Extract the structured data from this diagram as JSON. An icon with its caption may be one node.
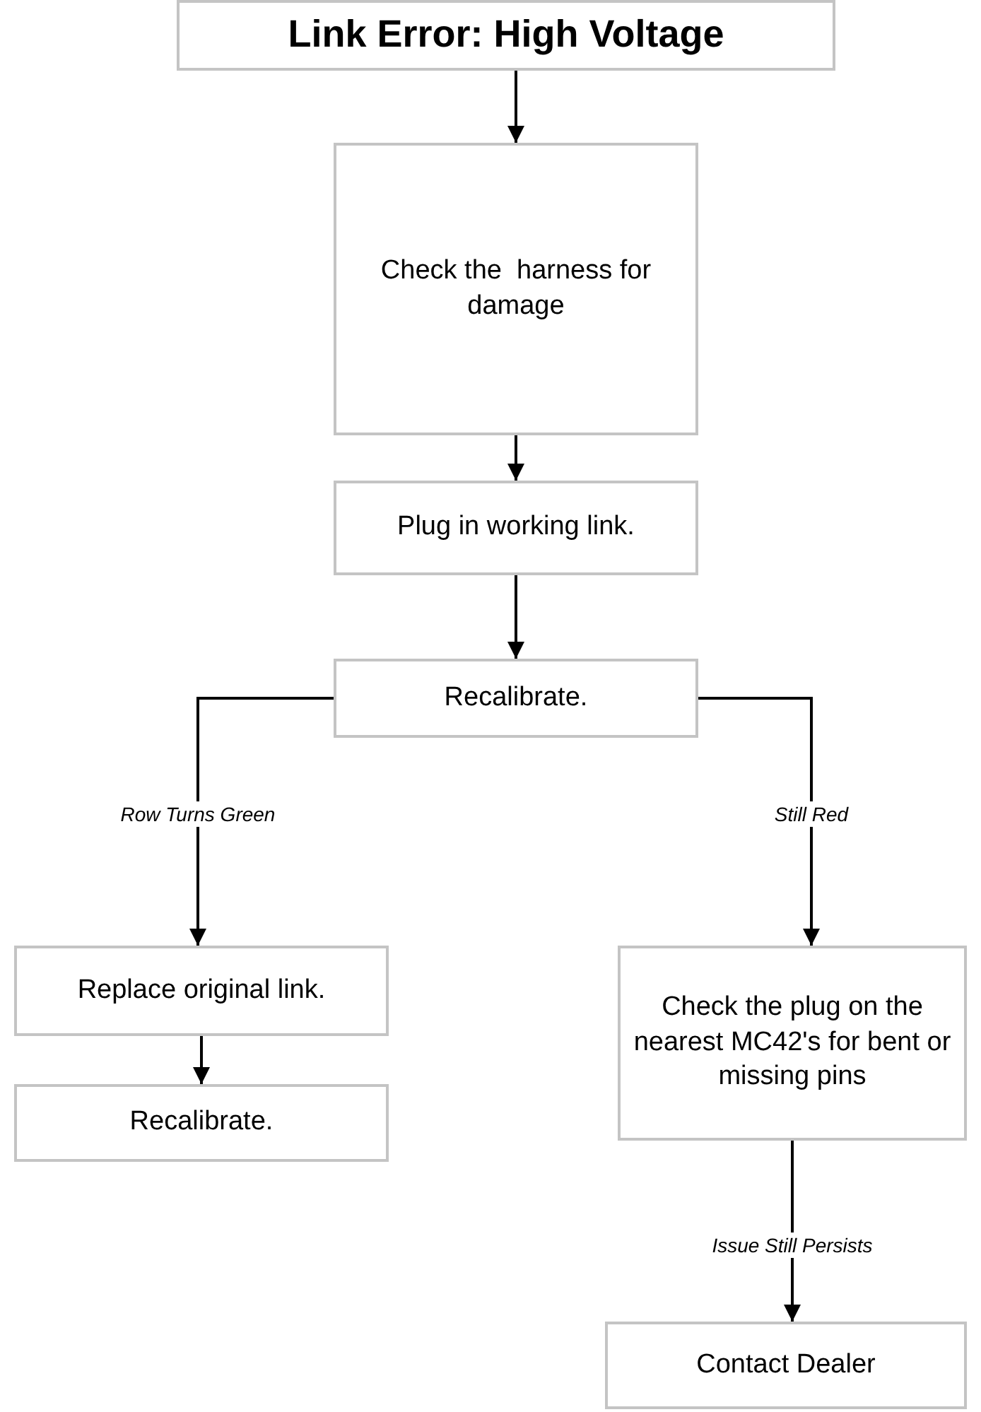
{
  "diagram": {
    "nodes": [
      {
        "text": [
          "Link Error: High Voltage"
        ]
      },
      {
        "text": [
          "Check the  harness for damage"
        ]
      },
      {
        "text": [
          "Plug in working link."
        ]
      },
      {
        "text": [
          "Recalibrate."
        ]
      },
      {
        "text": [
          "Replace original link."
        ]
      },
      {
        "text": [
          "Recalibrate."
        ]
      },
      {
        "text": [
          "Check the plug on the nearest MC42's for bent or missing pins"
        ]
      },
      {
        "text": [
          "Contact Dealer"
        ]
      }
    ],
    "edges": [
      {
        "from": 0,
        "to": 1,
        "arrow": "to"
      },
      {
        "from": 1,
        "to": 2,
        "arrow": "to"
      },
      {
        "from": 2,
        "to": 3,
        "arrow": "to"
      },
      {
        "from": 3,
        "to": 4,
        "arrow": "to",
        "label": "Row Turns Green"
      },
      {
        "from": 3,
        "to": 6,
        "arrow": "to",
        "label": "Still Red"
      },
      {
        "from": 4,
        "to": 5,
        "arrow": "to"
      },
      {
        "from": 6,
        "to": 7,
        "arrow": "to",
        "label": "Issue Still Persists"
      }
    ]
  }
}
